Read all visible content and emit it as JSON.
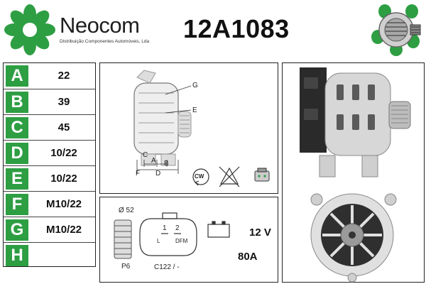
{
  "header": {
    "brand": "Neocom",
    "tagline": "Distribuição Componentes Automóveis, Lda",
    "part_number": "12A1083"
  },
  "colors": {
    "brand_green": "#2e9e43",
    "border": "#222222"
  },
  "spec_rows": [
    {
      "letter": "A",
      "value": "22"
    },
    {
      "letter": "B",
      "value": "39"
    },
    {
      "letter": "C",
      "value": "45"
    },
    {
      "letter": "D",
      "value": "10/22"
    },
    {
      "letter": "E",
      "value": "10/22"
    },
    {
      "letter": "F",
      "value": "M10/22"
    },
    {
      "letter": "G",
      "value": "M10/22"
    },
    {
      "letter": "H",
      "value": ""
    }
  ],
  "diagram": {
    "labels": {
      "g": "G",
      "e": "E",
      "c": "C",
      "a": "A",
      "b": "B",
      "f": "F",
      "d": "D"
    },
    "rotation": "CW",
    "icons": [
      "cw-rotation-icon",
      "no-recycle-icon",
      "connector-icon"
    ]
  },
  "electrical": {
    "pulley_diameter": "Ø 52",
    "pulley_type": "P6",
    "pin_1": "1",
    "pin_2": "2",
    "terminal_l": "L",
    "terminal_dfm": "DFM",
    "connector_code": "C122 / -",
    "voltage": "12 V",
    "current": "80A"
  }
}
